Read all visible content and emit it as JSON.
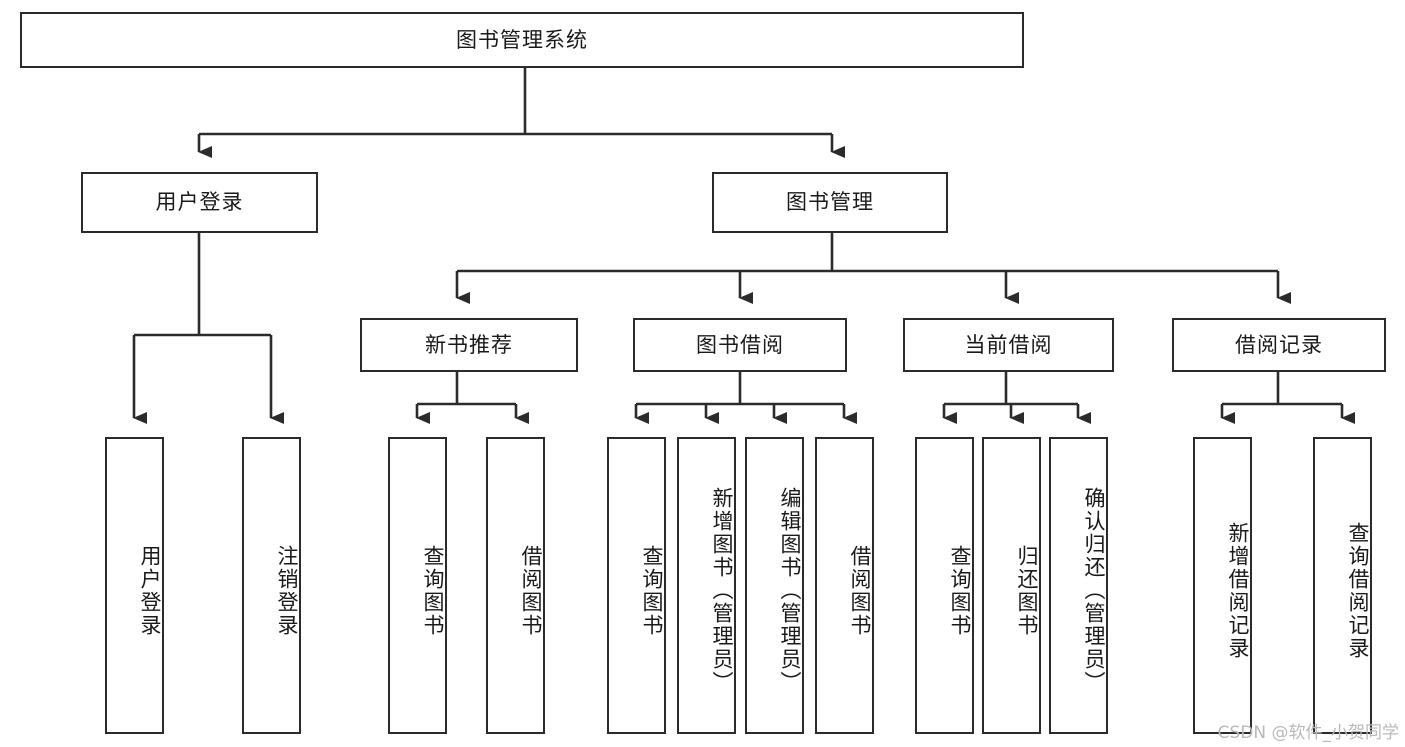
{
  "diagram": {
    "type": "tree-hierarchy",
    "title": "图书管理系统",
    "watermark": "CSDN @软件_小贺同学",
    "colors": {
      "stroke": "#2b2b2b",
      "fill": "#ffffff",
      "text": "#1a1a1a",
      "watermark": "#b9b9b9"
    },
    "nodes": {
      "root": {
        "label": "图书管理系统",
        "level": 0,
        "orientation": "horizontal"
      },
      "l1": [
        {
          "id": "user-login",
          "label": "用户登录",
          "level": 1,
          "orientation": "horizontal"
        },
        {
          "id": "book-manage",
          "label": "图书管理",
          "level": 1,
          "orientation": "horizontal"
        }
      ],
      "l2": [
        {
          "id": "new-book-rec",
          "label": "新书推荐",
          "level": 2,
          "orientation": "horizontal"
        },
        {
          "id": "book-borrow",
          "label": "图书借阅",
          "level": 2,
          "orientation": "horizontal"
        },
        {
          "id": "current-borrow",
          "label": "当前借阅",
          "level": 2,
          "orientation": "horizontal"
        },
        {
          "id": "borrow-record",
          "label": "借阅记录",
          "level": 2,
          "orientation": "horizontal"
        }
      ],
      "leaves": [
        {
          "id": "leaf-user-login",
          "label": "用户登录",
          "parent": "user-login",
          "orientation": "vertical"
        },
        {
          "id": "leaf-user-logout",
          "label": "注销登录",
          "parent": "user-login",
          "orientation": "vertical"
        },
        {
          "id": "leaf-query-book-1",
          "label": "查询图书",
          "parent": "new-book-rec",
          "orientation": "vertical"
        },
        {
          "id": "leaf-borrow-book-1",
          "label": "借阅图书",
          "parent": "new-book-rec",
          "orientation": "vertical"
        },
        {
          "id": "leaf-query-book-2",
          "label": "查询图书",
          "parent": "book-borrow",
          "orientation": "vertical"
        },
        {
          "id": "leaf-add-book",
          "label": "新增图书（管理员）",
          "parent": "book-borrow",
          "orientation": "vertical"
        },
        {
          "id": "leaf-edit-book",
          "label": "编辑图书（管理员）",
          "parent": "book-borrow",
          "orientation": "vertical"
        },
        {
          "id": "leaf-borrow-book-2",
          "label": "借阅图书",
          "parent": "book-borrow",
          "orientation": "vertical"
        },
        {
          "id": "leaf-query-book-3",
          "label": "查询图书",
          "parent": "current-borrow",
          "orientation": "vertical"
        },
        {
          "id": "leaf-return-book",
          "label": "归还图书",
          "parent": "current-borrow",
          "orientation": "vertical"
        },
        {
          "id": "leaf-confirm-return",
          "label": "确认归还（管理员）",
          "parent": "current-borrow",
          "orientation": "vertical"
        },
        {
          "id": "leaf-add-record",
          "label": "新增借阅记录",
          "parent": "borrow-record",
          "orientation": "vertical"
        },
        {
          "id": "leaf-query-record",
          "label": "查询借阅记录",
          "parent": "borrow-record",
          "orientation": "vertical"
        }
      ]
    },
    "edges": [
      {
        "from": "root",
        "to": "user-login"
      },
      {
        "from": "root",
        "to": "book-manage"
      },
      {
        "from": "user-login",
        "to": "leaf-user-login"
      },
      {
        "from": "user-login",
        "to": "leaf-user-logout"
      },
      {
        "from": "book-manage",
        "to": "new-book-rec"
      },
      {
        "from": "book-manage",
        "to": "book-borrow"
      },
      {
        "from": "book-manage",
        "to": "current-borrow"
      },
      {
        "from": "book-manage",
        "to": "borrow-record"
      },
      {
        "from": "new-book-rec",
        "to": "leaf-query-book-1"
      },
      {
        "from": "new-book-rec",
        "to": "leaf-borrow-book-1"
      },
      {
        "from": "book-borrow",
        "to": "leaf-query-book-2"
      },
      {
        "from": "book-borrow",
        "to": "leaf-add-book"
      },
      {
        "from": "book-borrow",
        "to": "leaf-edit-book"
      },
      {
        "from": "book-borrow",
        "to": "leaf-borrow-book-2"
      },
      {
        "from": "current-borrow",
        "to": "leaf-query-book-3"
      },
      {
        "from": "current-borrow",
        "to": "leaf-return-book"
      },
      {
        "from": "current-borrow",
        "to": "leaf-confirm-return"
      },
      {
        "from": "borrow-record",
        "to": "leaf-add-record"
      },
      {
        "from": "borrow-record",
        "to": "leaf-query-record"
      }
    ]
  }
}
